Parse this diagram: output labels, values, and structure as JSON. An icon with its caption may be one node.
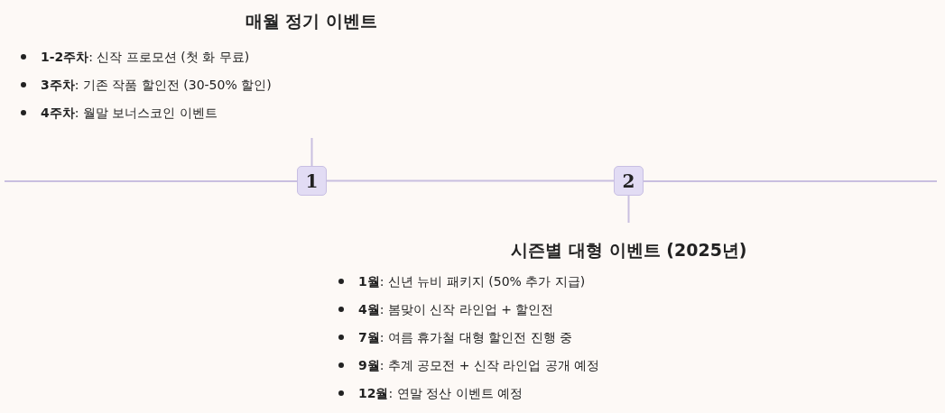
{
  "diagram": {
    "nodes": [
      {
        "text": [
          "매월 정기 이벤트",
          "**1-2주차**: 신작 프로모션 (첫 화 무료)",
          "**3주차**: 기존 작품 할인전 (30-50% 할인)",
          "**4주차**: 월말 보너스코인 이벤트"
        ]
      },
      {
        "text": [
          "1"
        ]
      },
      {
        "text": [
          "2"
        ]
      },
      {
        "text": [
          "시즌별 대형 이벤트 (2025년)",
          "**1월**: 신년 뉴비 패키지 (50% 추가 지급)",
          "**4월**: 봄맞이 신작 라인업 + 할인전",
          "**7월**: 여름 휴가철 대형 할인전 진행 중",
          "**9월**: 추계 공모전 + 신작 라인업 공개 예정",
          "**12월**: 연말 정산 이벤트 예정"
        ]
      }
    ],
    "edges": [
      {
        "from": 1,
        "to": 0,
        "arrow": "none"
      },
      {
        "from": 1,
        "to": 2,
        "arrow": "none"
      },
      {
        "from": 2,
        "to": 3,
        "arrow": "none"
      }
    ]
  }
}
